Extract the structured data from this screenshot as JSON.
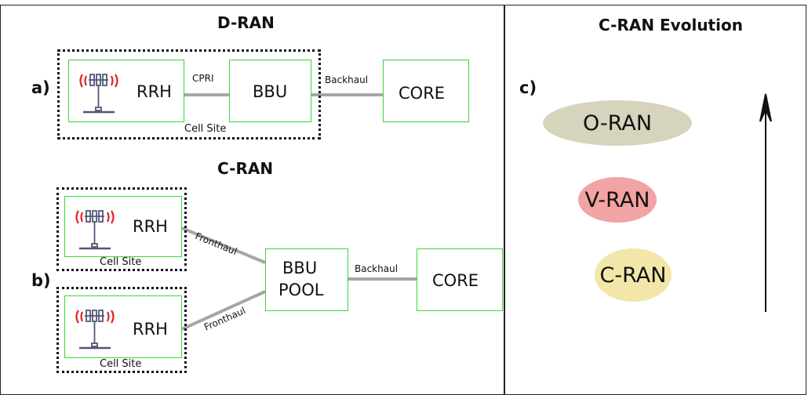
{
  "dran": {
    "heading": "D-RAN",
    "marker": "a)",
    "rrh": "RRH",
    "cpri": "CPRI",
    "bbu": "BBU",
    "backhaul": "Backhaul",
    "core": "CORE",
    "cell_site": "Cell Site"
  },
  "cran": {
    "heading": "C-RAN",
    "marker": "b)",
    "rrh_top": "RRH",
    "rrh_bottom": "RRH",
    "cell_site_top": "Cell Site",
    "cell_site_bottom": "Cell Site",
    "fronthaul_top": "Fronthaul",
    "fronthaul_bottom": "Fronthaul",
    "bbu_pool_line1": "BBU",
    "bbu_pool_line2": "POOL",
    "backhaul": "Backhaul",
    "core": "CORE"
  },
  "evolution": {
    "heading": "C-RAN Evolution",
    "marker": "c)",
    "stages": [
      {
        "label": "O-RAN",
        "color": "#d6d4bd"
      },
      {
        "label": "V-RAN",
        "color": "#f2a3a3"
      },
      {
        "label": "C-RAN",
        "color": "#f2e7a8"
      }
    ]
  },
  "colors": {
    "box_border": "#39d739",
    "link": "#a6a6a6",
    "antenna_wave": "#e02020",
    "tower": "#555577"
  },
  "icons": [
    "cell-tower-icon"
  ]
}
